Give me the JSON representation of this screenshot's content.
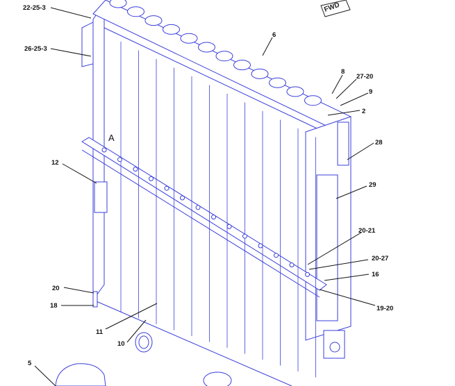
{
  "diagram": {
    "orientation_tag": "FWD",
    "view_letter": "A",
    "callouts": [
      {
        "id": "c-22-25-3",
        "label": "22-25-3"
      },
      {
        "id": "c-26-25-3",
        "label": "26-25-3"
      },
      {
        "id": "c-6",
        "label": "6"
      },
      {
        "id": "c-8",
        "label": "8"
      },
      {
        "id": "c-27-20",
        "label": "27-20"
      },
      {
        "id": "c-9",
        "label": "9"
      },
      {
        "id": "c-2",
        "label": "2"
      },
      {
        "id": "c-28",
        "label": "28"
      },
      {
        "id": "c-12",
        "label": "12"
      },
      {
        "id": "c-29",
        "label": "29"
      },
      {
        "id": "c-20-21",
        "label": "20-21"
      },
      {
        "id": "c-20-27",
        "label": "20-27"
      },
      {
        "id": "c-16",
        "label": "16"
      },
      {
        "id": "c-20",
        "label": "20"
      },
      {
        "id": "c-18",
        "label": "18"
      },
      {
        "id": "c-19-20",
        "label": "19-20"
      },
      {
        "id": "c-11",
        "label": "11"
      },
      {
        "id": "c-10",
        "label": "10"
      },
      {
        "id": "c-5",
        "label": "5"
      }
    ],
    "colors": {
      "line_art": "#3a3fd9",
      "callout_text": "#111111",
      "background": "#ffffff"
    }
  }
}
